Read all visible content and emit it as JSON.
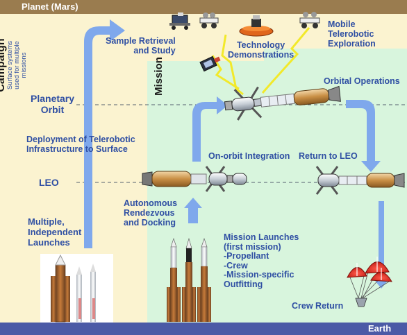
{
  "bands": {
    "top": "Planet (Mars)",
    "bottom": "Earth"
  },
  "side_labels": {
    "campaign": "Campaign",
    "campaign_sub": [
      "Surface systems",
      "used for multiple",
      "missions"
    ],
    "mission": "Mission"
  },
  "levels": {
    "planetary_orbit": [
      "Planetary",
      "Orbit"
    ],
    "leo": "LEO"
  },
  "annotations": {
    "sample_retrieval": [
      "Sample Retrieval",
      "and Study"
    ],
    "technology_demos": [
      "Technology",
      "Demonstrations"
    ],
    "mobile_telerobotic": [
      "Mobile",
      "Telerobotic",
      "Exploration"
    ],
    "orbital_operations": "Orbital Operations",
    "deployment": [
      "Deployment of Telerobotic",
      "Infrastructure to Surface"
    ],
    "on_orbit_integration": "On-orbit Integration",
    "return_to_leo": "Return to LEO",
    "autonomous_rendezvous": [
      "Autonomous",
      "Rendezvous",
      "and Docking"
    ],
    "multiple_launches": [
      "Multiple,",
      "Independent",
      "Launches"
    ],
    "mission_launches": [
      "Mission Launches",
      "(first mission)",
      "-Propellant",
      "-Crew",
      "-Mission-specific",
      "Outfitting"
    ],
    "crew_return": "Crew Return"
  },
  "colors": {
    "campaign_bg": "#fbf3d0",
    "mission_bg": "#d8f5dd",
    "top_band": "#9a7c4f",
    "bottom_band": "#4b5aa6",
    "arrow": "#7fa8ec",
    "text": "#2f4fa3",
    "laser": "#f2e92a"
  }
}
